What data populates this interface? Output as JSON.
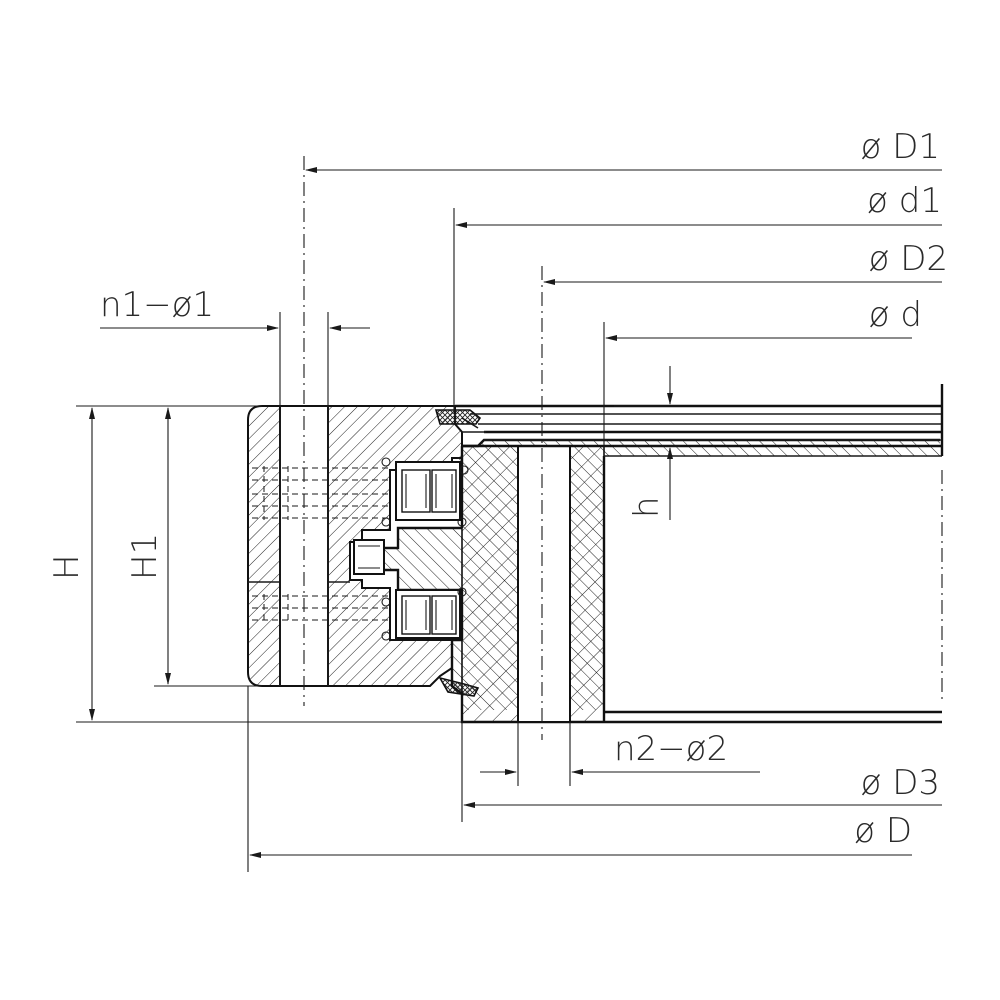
{
  "labels": {
    "D1": "ø D1",
    "d1": "ø d1",
    "D2": "ø D2",
    "d": "ø d",
    "n1_phi1": "n1−ø1",
    "h": "h",
    "H": "H",
    "H1": "H1",
    "n2_phi2": "n2−ø2",
    "D3": "ø D3",
    "D": "ø D"
  }
}
